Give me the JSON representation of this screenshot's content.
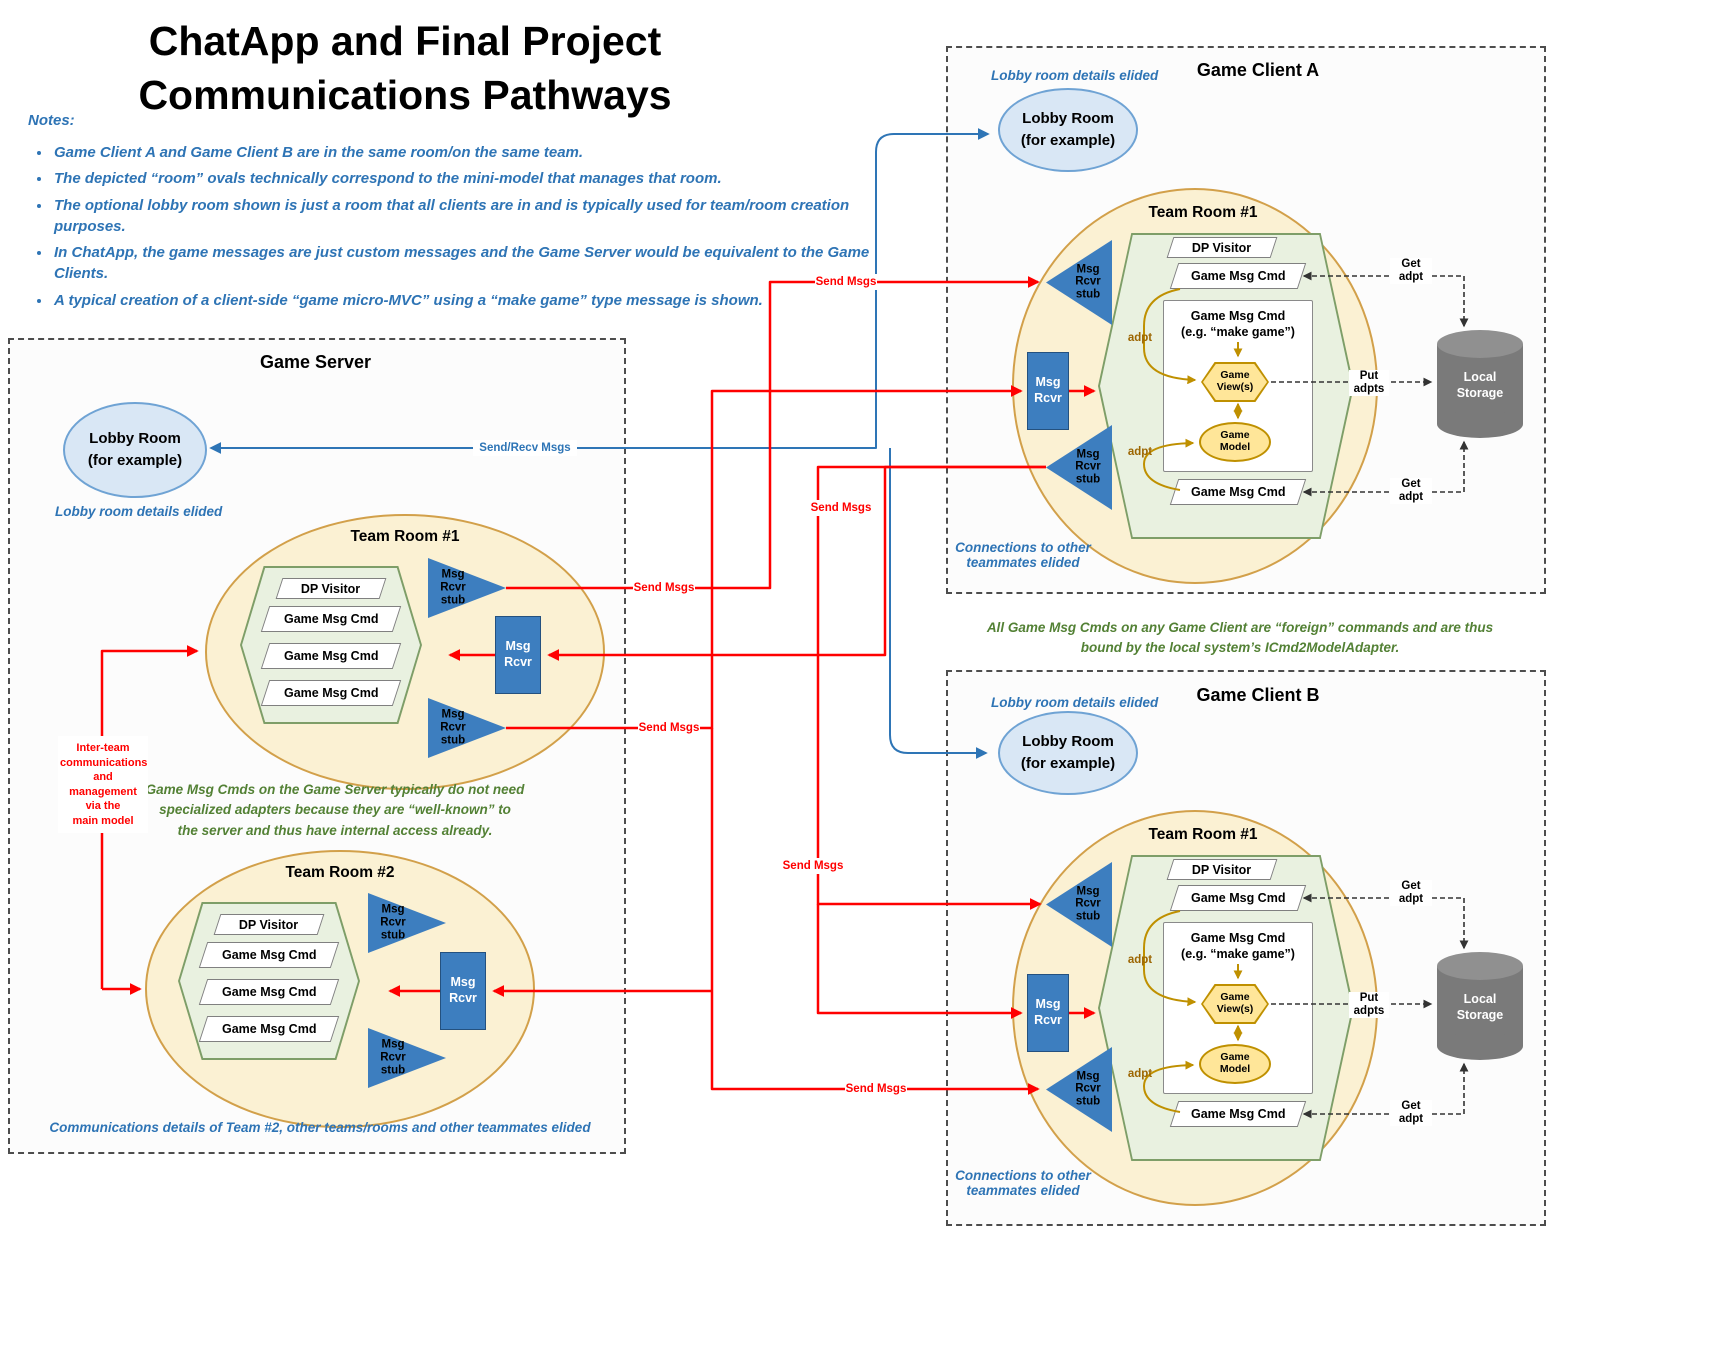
{
  "page": {
    "title": "ChatApp and Final Project\nCommunications Pathways"
  },
  "notes": {
    "label": "Notes:",
    "items": [
      "Game Client A and Game Client B are in the same room/on the same team.",
      "The depicted “room” ovals technically correspond to the mini-model that manages that room.",
      "The optional lobby room shown is just a room that all clients are in and is typically used for team/room creation purposes.",
      "In ChatApp, the game messages are just custom messages and the Game Server would be equivalent to the Game Clients.",
      "A typical creation of a client-side “game micro-MVC” using a “make game” type message is shown."
    ]
  },
  "shared": {
    "lobby_room": "Lobby Room\n(for example)",
    "lobby_details": "Lobby room details elided",
    "team_room_1": "Team Room #1",
    "team_room_2": "Team Room #2",
    "dp_visitor": "DP Visitor",
    "game_msg_cmd": "Game Msg Cmd",
    "msg_rcvr_stub": "Msg\nRcvr\nstub",
    "msg_rcvr": "Msg\nRcvr",
    "send_msgs": "Send Msgs",
    "send_recv_msgs": "Send/Recv Msgs",
    "adpt": "adpt",
    "get_adpt": "Get\nadpt",
    "put_adpts": "Put\nadpts",
    "local_storage": "Local\nStorage",
    "game_views": "Game\nView(s)",
    "game_model": "Game\nModel",
    "make_game_cmd": "Game Msg Cmd\n(e.g. “make game”)",
    "connections_elided": "Connections to other\nteammates elided"
  },
  "game_server": {
    "title": "Game Server",
    "interteam_note": "Inter-team\ncommunications\nand management\nvia the\nmain model",
    "adapter_note": "Game Msg Cmds on the Game Server typically do not need\nspecialized adapters because they are “well-known” to\nthe server and thus have internal access already.",
    "bottom_note": "Communications details of Team #2, other teams/rooms and other teammates elided"
  },
  "client_a": {
    "title": "Game Client A"
  },
  "client_b": {
    "title": "Game Client B"
  },
  "middle_note": "All Game Msg Cmds on any Game Client are “foreign” commands and are thus\nbound by the local system’s ICmd2ModelAdapter.",
  "colors": {
    "red_line": "#FF0000",
    "blue_line": "#2E75B6",
    "gold_line": "#BF9000",
    "note_blue": "#2E74B5",
    "note_green": "#538135",
    "node_blue": "#3D7EBF",
    "team_fill": "#FBF1D3",
    "lobby_fill": "#D9E7F5",
    "hex_fill": "#E9F1E0"
  }
}
